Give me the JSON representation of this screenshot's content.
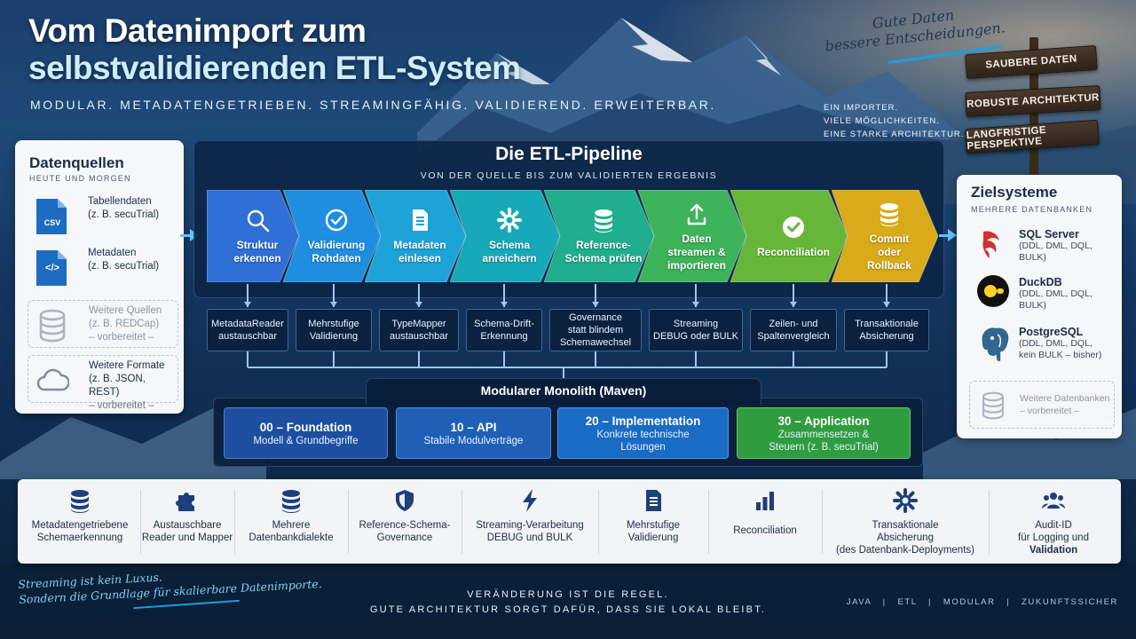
{
  "header": {
    "title_line1": "Vom Datenimport zum",
    "title_line2": "selbstvalidierenden ETL-System",
    "subtitle": "MODULAR. METADATENGETRIEBEN. STREAMINGFÄHIG. VALIDIEREND. ERWEITERBAR."
  },
  "slogan": {
    "line1": "Gute Daten",
    "line2": "bessere Entscheidungen."
  },
  "importer_text": {
    "line1": "EIN IMPORTER.",
    "line2": "VIELE MÖGLICHKEITEN.",
    "line3": "EINE STARKE ARCHITEKTUR."
  },
  "signpost": [
    "SAUBERE DATEN",
    "ROBUSTE ARCHITEKTUR",
    "LANGFRISTIGE PERSPEKTIVE"
  ],
  "sources": {
    "title": "Datenquellen",
    "subtitle": "HEUTE UND MORGEN",
    "items": [
      {
        "icon": "csv-file-icon",
        "badge": "CSV",
        "line1": "Tabellendaten",
        "line2": "(z. B. secuTrial)",
        "line3": ""
      },
      {
        "icon": "code-file-icon",
        "badge": "</>",
        "line1": "Metadaten",
        "line2": "(z. B. secuTrial)",
        "line3": ""
      },
      {
        "icon": "database-icon",
        "line1": "Weitere Quellen",
        "line2": "(z. B. REDCap)",
        "line3": "– vorbereitet –"
      },
      {
        "icon": "cloud-icon",
        "line1": "Weitere Formate",
        "line2": "(z. B. JSON, REST)",
        "line3": "– vorbereitet –"
      }
    ]
  },
  "pipeline": {
    "title": "Die ETL-Pipeline",
    "subtitle": "VON DER QUELLE BIS ZUM VALIDIERTEN ERGEBNIS",
    "steps": [
      {
        "icon": "search-icon",
        "line1": "Struktur",
        "line2": "erkennen",
        "line3": "",
        "color": "#2f6fd6"
      },
      {
        "icon": "check-circle-icon",
        "line1": "Validierung",
        "line2": "Rohdaten",
        "line3": "",
        "color": "#1f8ee0"
      },
      {
        "icon": "document-icon",
        "line1": "Metadaten",
        "line2": "einlesen",
        "line3": "",
        "color": "#1da3d8"
      },
      {
        "icon": "gear-icon",
        "line1": "Schema",
        "line2": "anreichern",
        "line3": "",
        "color": "#17a9b8"
      },
      {
        "icon": "database-icon",
        "line1": "Reference-",
        "line2": "Schema prüfen",
        "line3": "",
        "color": "#1fae8e"
      },
      {
        "icon": "upload-icon",
        "line1": "Daten",
        "line2": "streamen &",
        "line3": "importieren",
        "color": "#3db35a"
      },
      {
        "icon": "check-circle-filled-icon",
        "line1": "Reconciliation",
        "line2": "",
        "line3": "",
        "color": "#67b63a"
      },
      {
        "icon": "database-icon",
        "line1": "Commit",
        "line2": "oder",
        "line3": "Rollback",
        "color": "#d9aa19"
      }
    ]
  },
  "components": [
    {
      "line1": "MetadataReader",
      "line2": "austauschbar",
      "line3": ""
    },
    {
      "line1": "Mehrstufige",
      "line2": "Validierung",
      "line3": ""
    },
    {
      "line1": "TypeMapper",
      "line2": "austauschbar",
      "line3": ""
    },
    {
      "line1": "Schema-Drift-",
      "line2": "Erkennung",
      "line3": ""
    },
    {
      "line1": "Governance",
      "line2": "statt blindem",
      "line3": "Schemawechsel"
    },
    {
      "line1": "Streaming",
      "line2": "DEBUG oder BULK",
      "line3": ""
    },
    {
      "line1": "Zeilen- und",
      "line2": "Spaltenvergleich",
      "line3": ""
    },
    {
      "line1": "Transaktionale",
      "line2": "Absicherung",
      "line3": ""
    }
  ],
  "monolith": {
    "title": "Modularer Monolith (Maven)",
    "layers": [
      {
        "title": "00 – Foundation",
        "line1": "Modell & Grundbegriffe",
        "line2": ""
      },
      {
        "title": "10 – API",
        "line1": "Stabile Modulverträge",
        "line2": ""
      },
      {
        "title": "20 – Implementation",
        "line1": "Konkrete technische",
        "line2": "Lösungen"
      },
      {
        "title": "30 – Application",
        "line1": "Zusammensetzen &",
        "line2": "Steuern (z. B. secuTrial)"
      }
    ]
  },
  "targets": {
    "title": "Zielsysteme",
    "subtitle": "MEHRERE DATENBANKEN",
    "items": [
      {
        "icon": "sql-server-logo-icon",
        "name": "SQL Server",
        "line1": "(DDL, DML, DQL, BULK)",
        "line2": ""
      },
      {
        "icon": "duckdb-logo-icon",
        "name": "DuckDB",
        "line1": "(DDL, DML, DQL, BULK)",
        "line2": ""
      },
      {
        "icon": "postgresql-logo-icon",
        "name": "PostgreSQL",
        "line1": "(DDL, DML, DQL,",
        "line2": "kein BULK – bisher)"
      },
      {
        "icon": "database-icon",
        "name": "",
        "line1": "Weitere Datenbanken",
        "line2": "– vorbereitet –"
      }
    ]
  },
  "features": [
    {
      "icon": "database-icon",
      "line1": "Metadatengetriebene",
      "line2": "Schemaerkennung",
      "line3": ""
    },
    {
      "icon": "puzzle-icon",
      "line1": "Austauschbare",
      "line2": "Reader und Mapper",
      "line3": ""
    },
    {
      "icon": "database-icon",
      "line1": "Mehrere",
      "line2": "Datenbankdialekte",
      "line3": ""
    },
    {
      "icon": "shield-icon",
      "line1": "Reference-Schema-",
      "line2": "Governance",
      "line3": ""
    },
    {
      "icon": "lightning-icon",
      "line1": "Streaming-Verarbeitung",
      "line2": "DEBUG und BULK",
      "line3": ""
    },
    {
      "icon": "document-icon",
      "line1": "Mehrstufige",
      "line2": "Validierung",
      "line3": ""
    },
    {
      "icon": "bar-chart-icon",
      "line1": "Reconciliation",
      "line2": "",
      "line3": ""
    },
    {
      "icon": "gear-icon",
      "line1": "Transaktionale",
      "line2": "Absicherung",
      "line3": "(des Datenbank-Deployments)"
    },
    {
      "icon": "users-icon",
      "line1": "Audit-ID",
      "line2": "für Logging und",
      "line3": "Validation"
    }
  ],
  "footer": {
    "script_line1": "Streaming ist kein Luxus.",
    "script_line2": "Sondern die Grundlage für skalierbare Datenimporte.",
    "center_line1": "VERÄNDERUNG IST DIE REGEL.",
    "center_line2": "GUTE ARCHITEKTUR SORGT DAFÜR, DASS SIE LOKAL BLEIBT.",
    "tags": "JAVA   |   ETL   |   MODULAR   |   ZUKUNFTSSICHER"
  },
  "colors": {
    "layer_foundation": "#1d4f9e",
    "layer_api": "#1f5fb5",
    "layer_impl": "#1a6bc4",
    "layer_app": "#2e9c3f"
  }
}
